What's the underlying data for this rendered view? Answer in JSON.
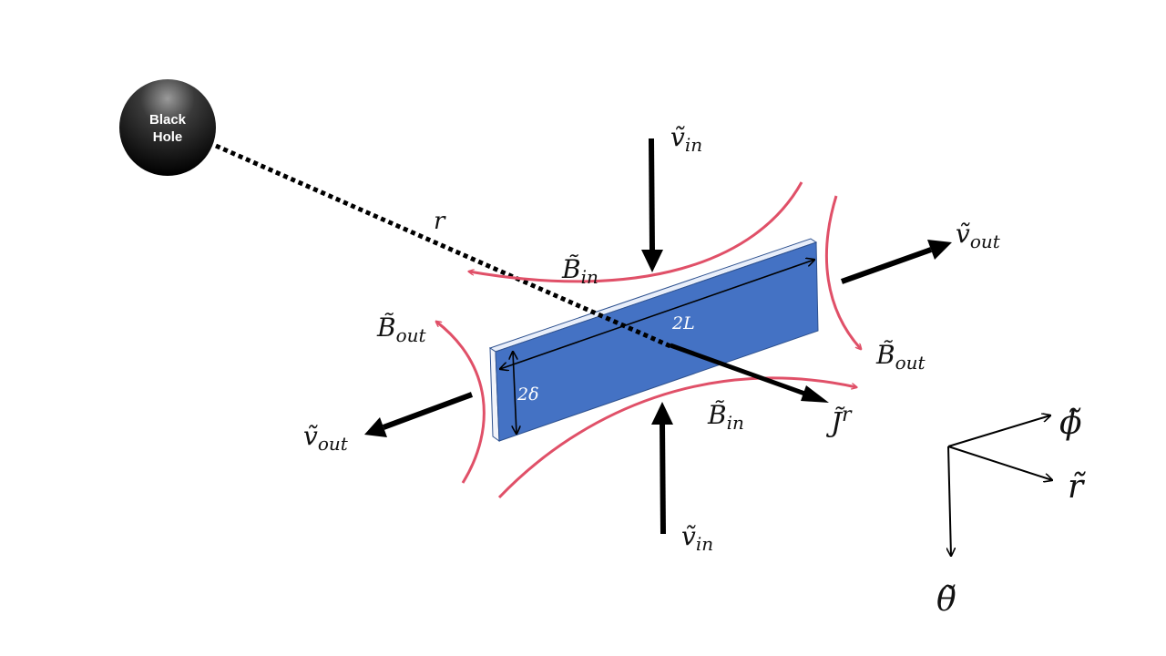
{
  "black_hole": {
    "line1": "Black",
    "line2": "Hole"
  },
  "labels": {
    "r": "r",
    "v_in_top": {
      "base": "ṽ",
      "sub": "in"
    },
    "v_in_bottom": {
      "base": "ṽ",
      "sub": "in"
    },
    "v_out_right": {
      "base": "ṽ",
      "sub": "out"
    },
    "v_out_left": {
      "base": "ṽ",
      "sub": "out"
    },
    "B_in_top": {
      "base": "B̃",
      "sub": "in"
    },
    "B_in_bottom": {
      "base": "B̃",
      "sub": "in"
    },
    "B_out_left": {
      "base": "B̃",
      "sub": "out"
    },
    "B_out_right": {
      "base": "B̃",
      "sub": "out"
    },
    "J_r": {
      "base": "J̃",
      "sup": "r"
    },
    "two_L": "2L",
    "two_delta": "2δ"
  },
  "axes": {
    "phi": "ϕ̃",
    "r": "r̃",
    "theta": "θ̃"
  },
  "colors": {
    "sheet_face": "#4472C4",
    "sheet_edge": "#2F528F",
    "field_lines": "#E05068",
    "arrows": "#000000"
  }
}
